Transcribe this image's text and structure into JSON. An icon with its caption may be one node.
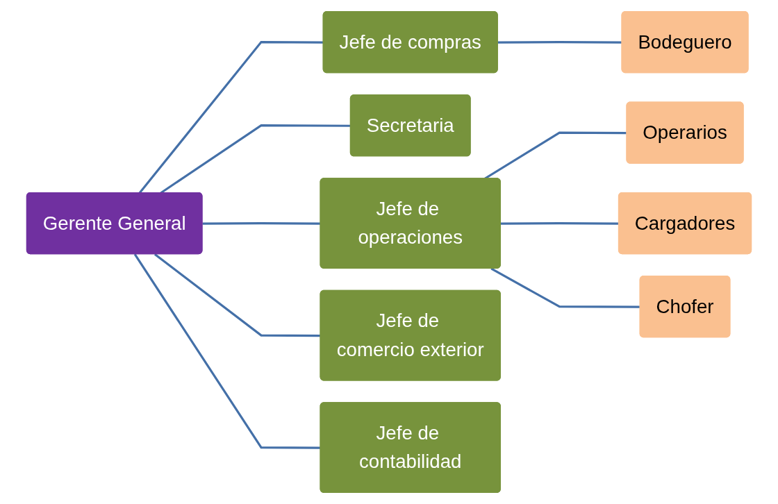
{
  "diagram": {
    "nodes": [
      {
        "text": [
          "Gerente General"
        ]
      },
      {
        "text": [
          "Jefe de compras"
        ]
      },
      {
        "text": [
          "Secretaria"
        ]
      },
      {
        "text": [
          "Jefe de operaciones"
        ]
      },
      {
        "text": [
          "Jefe de comercio exterior"
        ]
      },
      {
        "text": [
          "Jefe de contabilidad"
        ]
      },
      {
        "text": [
          "Bodeguero"
        ]
      },
      {
        "text": [
          "Operarios"
        ]
      },
      {
        "text": [
          "Cargadores"
        ]
      },
      {
        "text": [
          "Chofer"
        ]
      }
    ],
    "edges": [
      {
        "from": 0,
        "to": 1,
        "arrow": "none"
      },
      {
        "from": 0,
        "to": 2,
        "arrow": "none"
      },
      {
        "from": 0,
        "to": 3,
        "arrow": "none"
      },
      {
        "from": 0,
        "to": 4,
        "arrow": "none"
      },
      {
        "from": 0,
        "to": 5,
        "arrow": "none"
      },
      {
        "from": 1,
        "to": 6,
        "arrow": "none"
      },
      {
        "from": 3,
        "to": 7,
        "arrow": "none"
      },
      {
        "from": 3,
        "to": 8,
        "arrow": "none"
      },
      {
        "from": 3,
        "to": 9,
        "arrow": "none"
      }
    ]
  }
}
